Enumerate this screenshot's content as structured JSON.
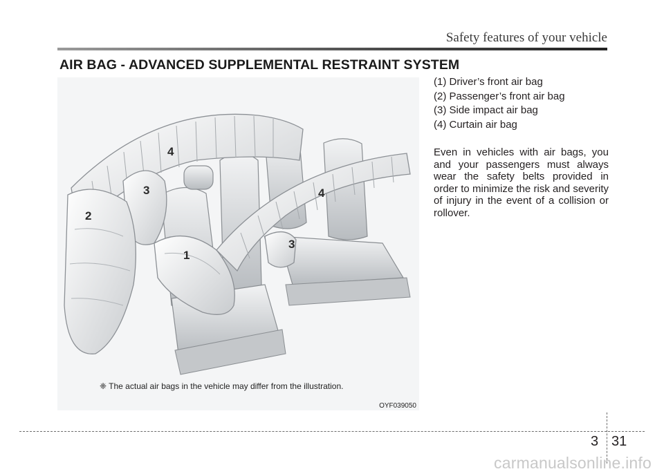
{
  "header": {
    "section": "Safety features of your vehicle"
  },
  "title": "AIR BAG - ADVANCED SUPPLEMENTAL RESTRAINT SYSTEM",
  "figure": {
    "callouts": [
      "4",
      "3",
      "4",
      "2",
      "3",
      "1"
    ],
    "note": "❈ The actual air bags in the vehicle may differ from the illustration.",
    "code": "OYF039050"
  },
  "legend": [
    "(1) Driver’s front air bag",
    "(2) Passenger’s front air bag",
    "(3) Side impact air bag",
    "(4) Curtain air bag"
  ],
  "body": "Even in vehicles with air bags, you and your passengers must always wear the safety belts provided in order to minimize the risk and severity of injury in the event of a collision or rollover.",
  "footer": {
    "chapter": "3",
    "page": "31"
  },
  "watermark": "carmanualsonline.info"
}
